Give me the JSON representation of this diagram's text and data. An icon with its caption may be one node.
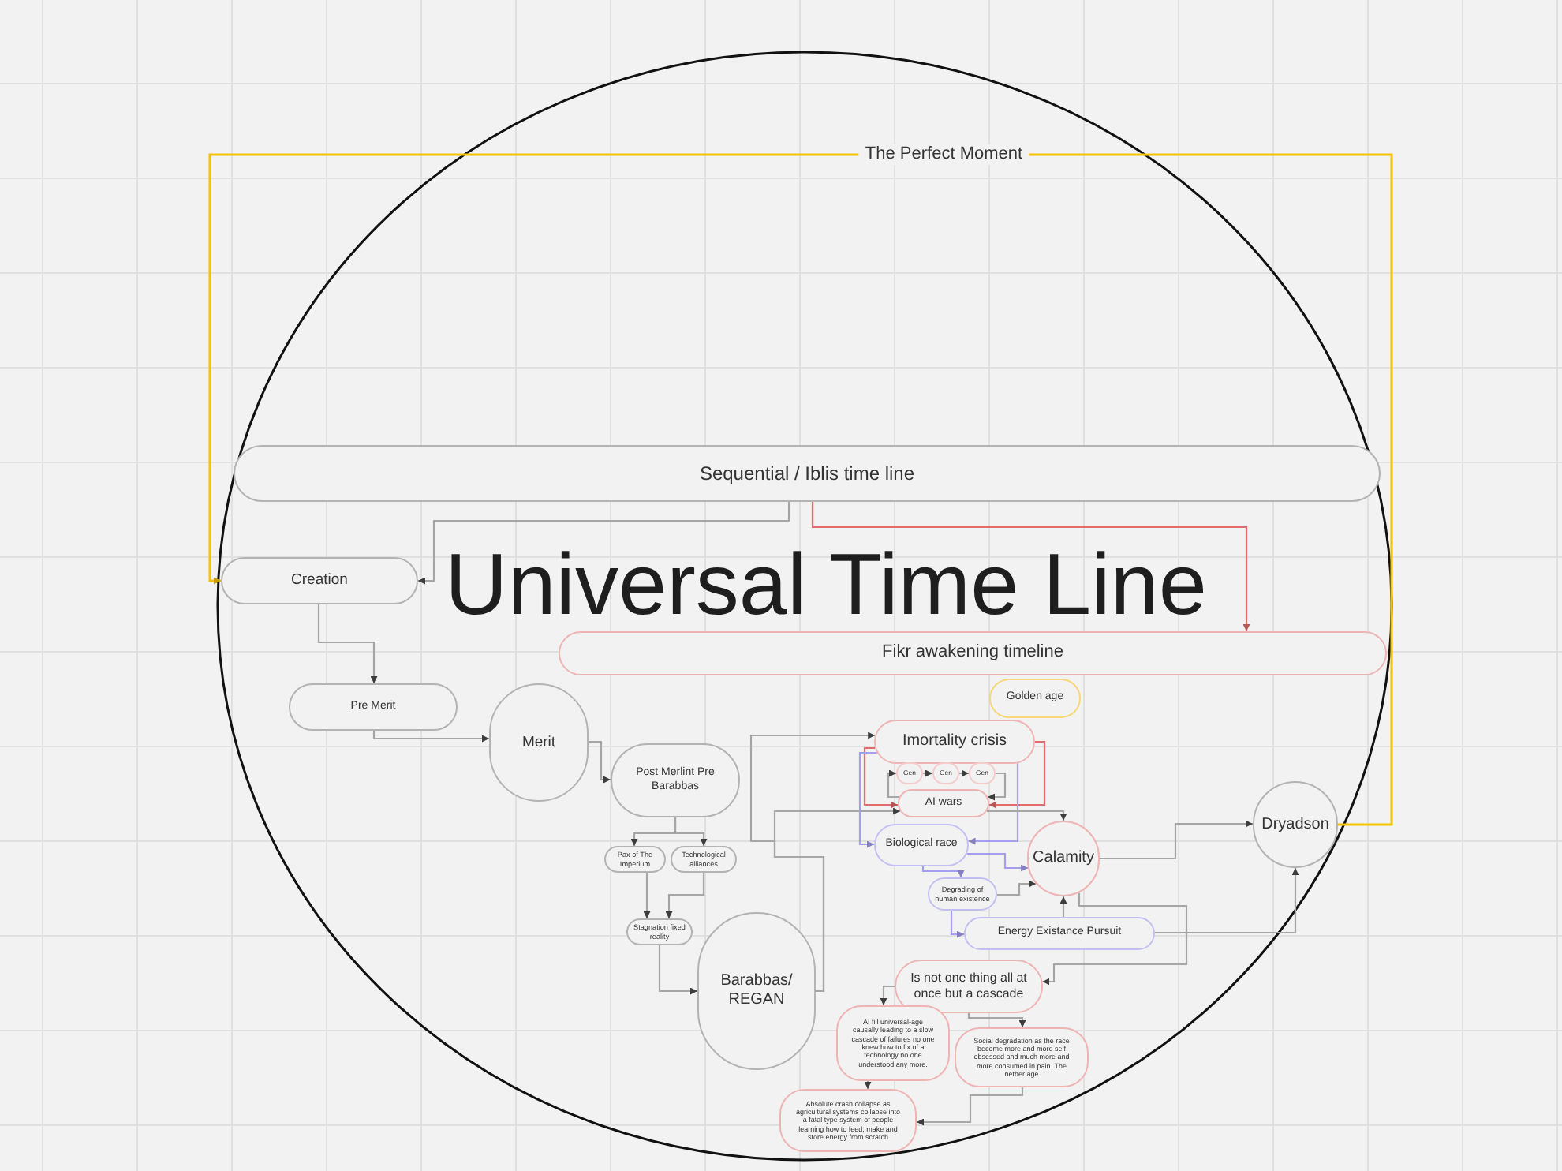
{
  "diagram": {
    "title": "Universal Time Line",
    "nodes": [
      {
        "text": [
          "Sequential / Iblis time line"
        ]
      },
      {
        "text": [
          "Creation"
        ]
      },
      {
        "text": [
          "Fikr awakening timeline"
        ]
      },
      {
        "text": [
          "Pre Merit"
        ]
      },
      {
        "text": [
          "Merit"
        ]
      },
      {
        "text": [
          "Post Merlint Pre Barabbas"
        ]
      },
      {
        "text": [
          "Pax of The Imperium"
        ]
      },
      {
        "text": [
          "Technological alliances"
        ]
      },
      {
        "text": [
          "Stagnation fixed reality"
        ]
      },
      {
        "text": [
          "Barabbas/ REGAN"
        ]
      },
      {
        "text": [
          "Golden age"
        ]
      },
      {
        "text": [
          "Imortality crisis"
        ]
      },
      {
        "text": [
          "Gen"
        ]
      },
      {
        "text": [
          "Gen"
        ]
      },
      {
        "text": [
          "Gen"
        ]
      },
      {
        "text": [
          "AI wars"
        ]
      },
      {
        "text": [
          "Calamity"
        ]
      },
      {
        "text": [
          "Biological race"
        ]
      },
      {
        "text": [
          "Degrading of human existence"
        ]
      },
      {
        "text": [
          "Energy Existance Pursuit"
        ]
      },
      {
        "text": [
          "Dryadson"
        ]
      },
      {
        "text": [
          "Is not one thing all at once but a cascade"
        ]
      },
      {
        "text": [
          "AI fill universal-age causally leading to a slow cascade of failures no one knew how to fix of a technology no one understood any more."
        ]
      },
      {
        "text": [
          "Social degradation as the race become more and more self obsessed and much more and more consumed in pain. The nether age"
        ]
      },
      {
        "text": [
          "Absolute crash collapse as agricultural systems collapse into a fatal type system of people learning how to feed, make and store energy from scratch"
        ]
      }
    ],
    "edges": [
      {
        "from": 0,
        "to": 1,
        "arrow": "to"
      },
      {
        "from": 0,
        "to": 2,
        "arrow": "to",
        "color": "#e06c6c"
      },
      {
        "from": 1,
        "to": 3,
        "arrow": "to"
      },
      {
        "from": 3,
        "to": 4,
        "arrow": "to"
      },
      {
        "from": 4,
        "to": 5,
        "arrow": "to"
      },
      {
        "from": 5,
        "to": 6,
        "arrow": "to"
      },
      {
        "from": 5,
        "to": 7,
        "arrow": "to"
      },
      {
        "from": 6,
        "to": 8,
        "arrow": "to"
      },
      {
        "from": 7,
        "to": 8,
        "arrow": "to"
      },
      {
        "from": 8,
        "to": 9,
        "arrow": "to"
      },
      {
        "from": 9,
        "to": 11,
        "arrow": "to"
      },
      {
        "from": 9,
        "to": 15,
        "arrow": "to"
      },
      {
        "from": 11,
        "to": 15,
        "arrow": "to",
        "color": "#e06c6c"
      },
      {
        "from": 11,
        "to": 15,
        "arrow": "to",
        "color": "#e06c6c"
      },
      {
        "from": 11,
        "to": 17,
        "arrow": "to",
        "color": "#a39ef0"
      },
      {
        "from": 11,
        "to": 17,
        "arrow": "to",
        "color": "#a39ef0"
      },
      {
        "from": 15,
        "to": 12,
        "arrow": "to"
      },
      {
        "from": 12,
        "to": 13,
        "arrow": "to"
      },
      {
        "from": 13,
        "to": 14,
        "arrow": "to"
      },
      {
        "from": 14,
        "to": 15,
        "arrow": "to"
      },
      {
        "from": 15,
        "to": 16,
        "arrow": "to"
      },
      {
        "from": 17,
        "to": 16,
        "arrow": "to",
        "color": "#a39ef0"
      },
      {
        "from": 17,
        "to": 18,
        "arrow": "to",
        "color": "#a39ef0"
      },
      {
        "from": 18,
        "to": 16,
        "arrow": "to"
      },
      {
        "from": 18,
        "to": 19,
        "arrow": "to",
        "color": "#a39ef0"
      },
      {
        "from": 19,
        "to": 16,
        "arrow": "to"
      },
      {
        "from": 16,
        "to": 20,
        "arrow": "to"
      },
      {
        "from": 19,
        "to": 20,
        "arrow": "to"
      },
      {
        "from": 16,
        "to": 21,
        "arrow": "to"
      },
      {
        "from": 21,
        "to": 22,
        "arrow": "to"
      },
      {
        "from": 21,
        "to": 23,
        "arrow": "to"
      },
      {
        "from": 22,
        "to": 24,
        "arrow": "to"
      },
      {
        "from": 23,
        "to": 24,
        "arrow": "to"
      },
      {
        "from": 20,
        "to": 1,
        "arrow": "to",
        "label": "The Perfect Moment",
        "color": "#f5c400"
      }
    ]
  }
}
